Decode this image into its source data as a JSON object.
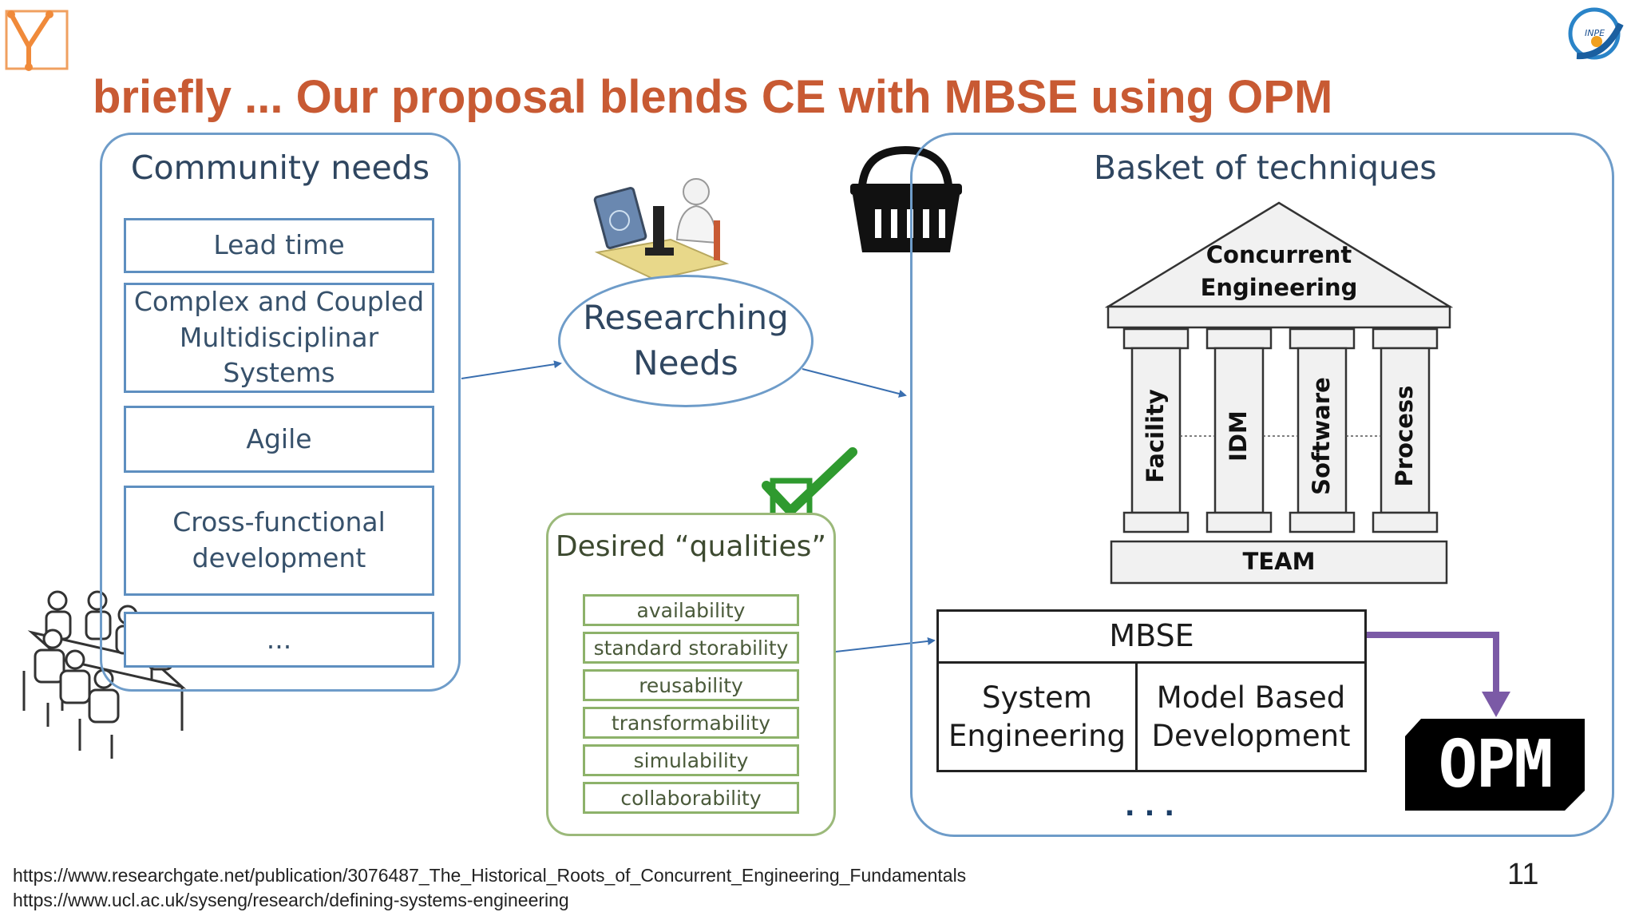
{
  "title": "briefly ... Our proposal blends CE with MBSE using OPM",
  "community": {
    "title": "Community needs",
    "items": [
      "Lead time",
      "Complex and Coupled Multidisciplinar Systems",
      "Agile",
      "Cross-functional development",
      "..."
    ]
  },
  "research": {
    "line1": "Researching",
    "line2": "Needs"
  },
  "qualities": {
    "title": "Desired “qualities”",
    "items": [
      "availability",
      "standard storability",
      "reusability",
      "transformability",
      "simulability",
      "collaborability"
    ]
  },
  "basket": {
    "title": "Basket of techniques",
    "roof_line1": "Concurrent",
    "roof_line2": "Engineering",
    "pillars": [
      "Facility",
      "IDM",
      "Software",
      "Process"
    ],
    "base": "TEAM",
    "mbse": {
      "header": "MBSE",
      "left_line1": "System",
      "left_line2": "Engineering",
      "right_line1": "Model Based",
      "right_line2": "Development"
    },
    "ellipsis": ". . ."
  },
  "opm_label": "OPM",
  "inpe_label": "INPE",
  "footer": {
    "url1": "https://www.researchgate.net/publication/3076487_The_Historical_Roots_of_Concurrent_Engineering_Fundamentals",
    "url2": "https://www.ucl.ac.uk/syseng/research/defining-systems-engineering",
    "page_number": "11"
  },
  "colors": {
    "title": "#c85a33",
    "panel_border": "#6e9cc9",
    "quality_border": "#8db26a",
    "arrow": "#3a6fb0",
    "opm_arrow": "#7b5aa6",
    "check": "#2f9a2f"
  }
}
